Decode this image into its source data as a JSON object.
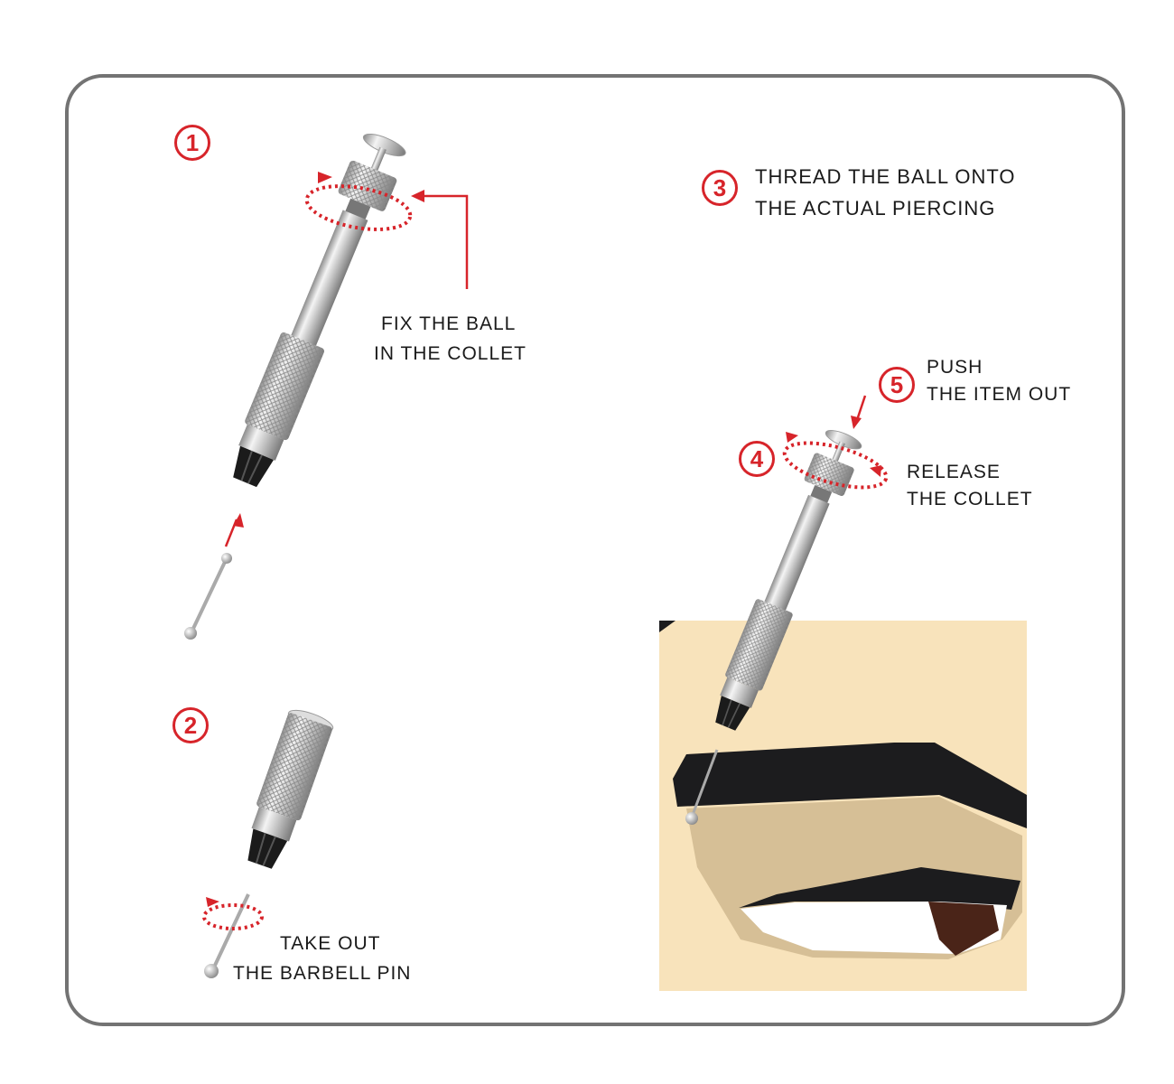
{
  "steps": [
    {
      "number": "1",
      "line1": "FIX THE BALL",
      "line2": "IN THE COLLET"
    },
    {
      "number": "2",
      "line1": "TAKE OUT",
      "line2": "THE BARBELL PIN"
    },
    {
      "number": "3",
      "line1": "THREAD THE BALL ONTO",
      "line2": "THE ACTUAL PIERCING"
    },
    {
      "number": "4",
      "line1": "RELEASE",
      "line2": "THE COLLET"
    },
    {
      "number": "5",
      "line1": "PUSH",
      "line2": "THE ITEM OUT"
    }
  ],
  "colors": {
    "accent": "#d7242a",
    "frame": "#737373",
    "skin": "#f8e3bb",
    "lid": "#d6bf96",
    "brow": "#1c1c1e",
    "iris": "#4a2418"
  }
}
